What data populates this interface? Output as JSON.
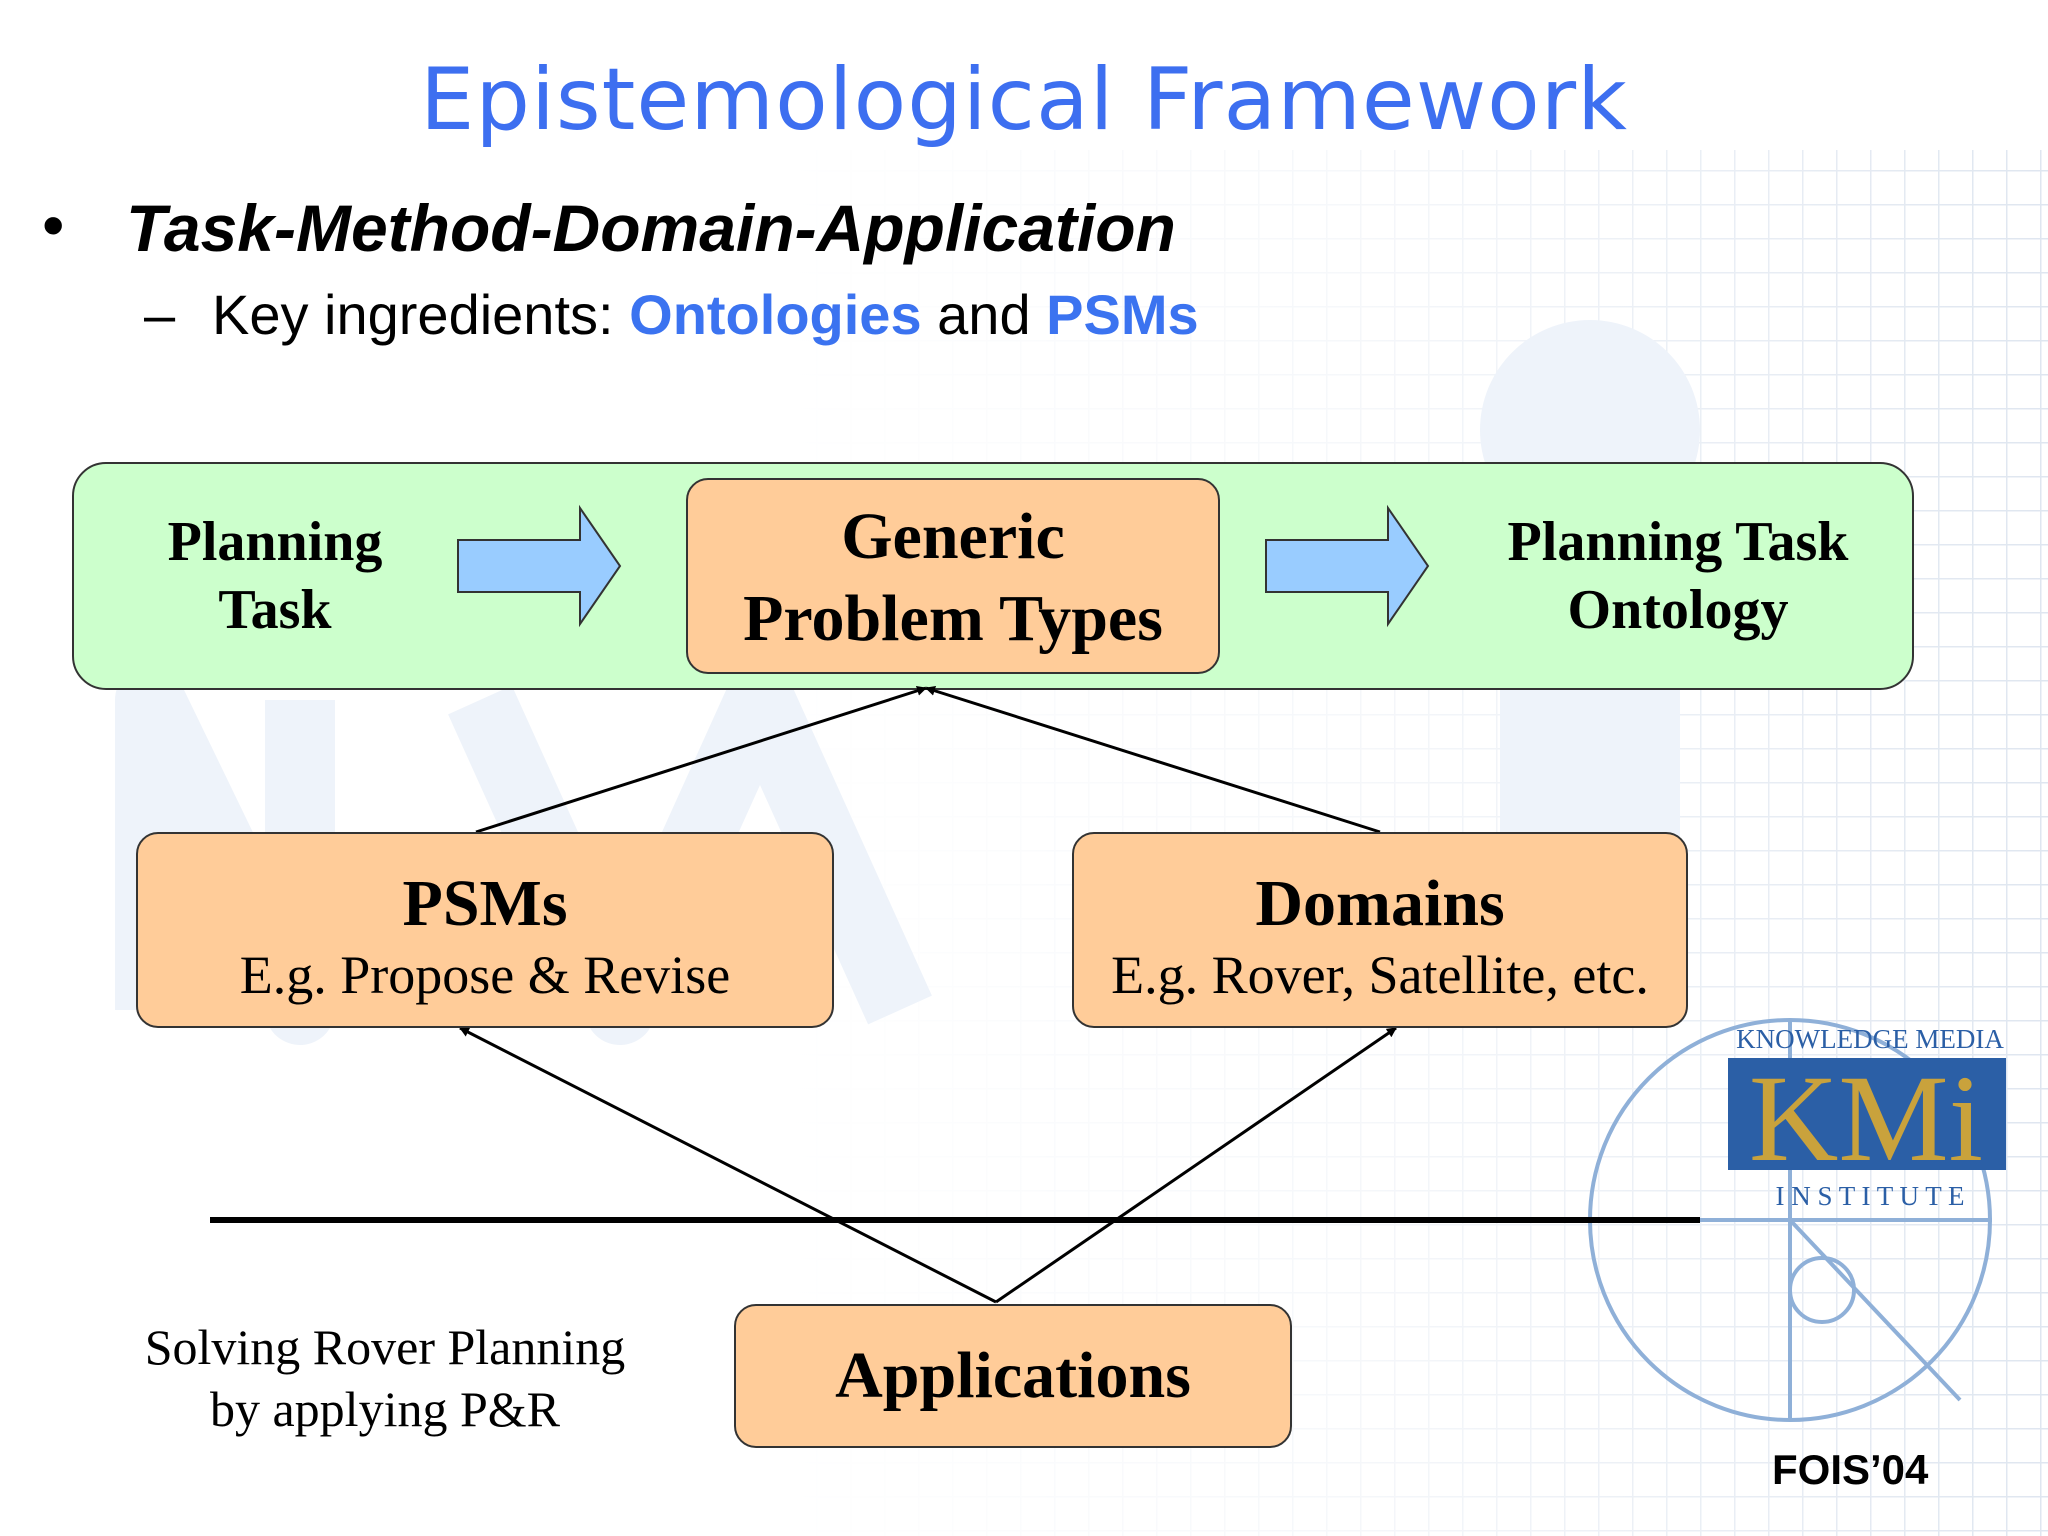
{
  "slide": {
    "title": "Epistemological Framework",
    "bullet": "Task-Method-Domain-Application",
    "sub_prefix": "Key ingredients: ",
    "sub_highlight1": "Ontologies",
    "sub_middle": " and ",
    "sub_highlight2": "PSMs"
  },
  "diagram": {
    "planning_task_line1": "Planning",
    "planning_task_line2": "Task",
    "generic_line1": "Generic",
    "generic_line2": "Problem Types",
    "ontology_line1": "Planning Task",
    "ontology_line2": "Ontology",
    "psms_title": "PSMs",
    "psms_example": "E.g. Propose & Revise",
    "domains_title": "Domains",
    "domains_example": "E.g. Rover, Satellite, etc.",
    "applications": "Applications",
    "caption_line1": "Solving Rover Planning",
    "caption_line2": "by applying P&R"
  },
  "logo": {
    "top": "KNOWLEDGE MEDIA",
    "main": "KMi",
    "bottom": "I N S T I T U T E"
  },
  "footer": {
    "conference": "FOIS’04"
  },
  "colors": {
    "title": "#3d6ff0",
    "highlight": "#3b73f0",
    "green_band": "#ccffcc",
    "box_fill": "#ffcc99",
    "arrow_fill": "#99ccff",
    "logo_blue": "#2b5fa6",
    "logo_gold": "#c9a23c"
  }
}
